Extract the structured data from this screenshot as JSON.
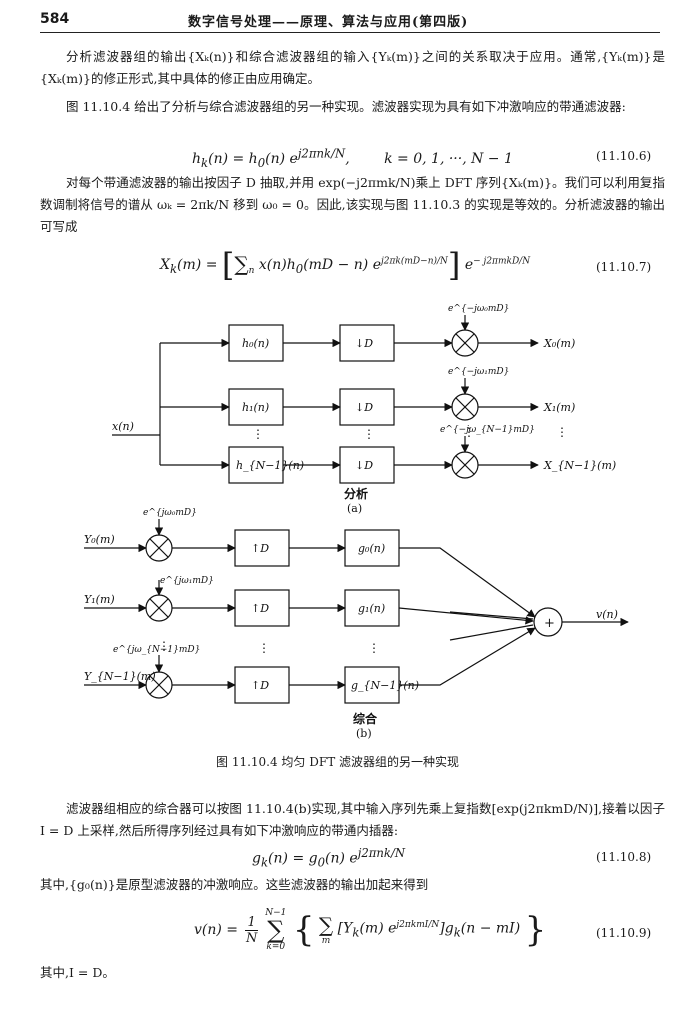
{
  "header": {
    "page_number": "584",
    "book_title": "数字信号处理——原理、算法与应用(第四版)"
  },
  "paragraphs": [
    "分析滤波器组的输出{Xₖ(n)}和综合滤波器组的输入{Yₖ(m)}之间的关系取决于应用。通常,{Yₖ(m)}是{Xₖ(m)}的修正形式,其中具体的修正由应用确定。",
    "图 11.10.4 给出了分析与综合滤波器组的另一种实现。滤波器实现为具有如下冲激响应的带通滤波器:",
    "对每个带通滤波器的输出按因子 D 抽取,并用 exp(−j2πmk/N)乘上 DFT 序列{Xₖ(m)}。我们可以利用复指数调制将信号的谱从 ωₖ = 2πk/N 移到 ω₀ = 0。因此,该实现与图 11.10.3 的实现是等效的。分析滤波器的输出可写成",
    "滤波器组相应的综合器可以按图 11.10.4(b)实现,其中输入序列先乘上复指数[exp(j2πkmD/N)],接着以因子 I = D 上采样,然后所得序列经过具有如下冲激响应的带通内插器:",
    "其中,{g₀(n)}是原型滤波器的冲激响应。这些滤波器的输出加起来得到",
    "其中,I = D。"
  ],
  "equations": {
    "eq6": {
      "text": "hₖ(n) = h₀(n) e^{j2πnk/N},     k = 0, 1, ···, N − 1",
      "number": "(11.10.6)"
    },
    "eq7": {
      "text": "Xₖ(m) = [ Σₙ x(n)h₀(mD − n) e^{j2πk(mD−n)/N} ] e^{−j2πmkD/N}",
      "number": "(11.10.7)"
    },
    "eq8": {
      "text": "gₖ(n) = g₀(n) e^{j2πnk/N}",
      "number": "(11.10.8)"
    },
    "eq9": {
      "text": "v(n) = (1/N) Σ_{k=0}^{N−1} { Σₘ [Yₖ(m) e^{j2πkmI/N}] gₖ(n − mI) }",
      "number": "(11.10.9)"
    }
  },
  "figure": {
    "caption": "图 11.10.4   均匀 DFT 滤波器组的另一种实现",
    "analysis": {
      "input_label": "x(n)",
      "filters": [
        "h₀(n)",
        "h₁(n)",
        "h_{N−1}(n)"
      ],
      "decimator": "↓D",
      "modulators": [
        "e^{−jω₀mD}",
        "e^{−jω₁mD}",
        "e^{−jω_{N−1}mD}"
      ],
      "outputs": [
        "X₀(m)",
        "X₁(m)",
        "X_{N−1}(m)"
      ],
      "label": "分析",
      "sublabel": "(a)"
    },
    "synthesis": {
      "inputs": [
        "Y₀(m)",
        "Y₁(m)",
        "Y_{N−1}(m)"
      ],
      "modulators": [
        "e^{jω₀mD}",
        "e^{jω₁mD}",
        "e^{jω_{N−1}mD}"
      ],
      "upsampler": "↑D",
      "filters": [
        "g₀(n)",
        "g₁(n)",
        "g_{N−1}(n)"
      ],
      "adder": "+",
      "output_label": "v(n)",
      "label": "综合",
      "sublabel": "(b)"
    }
  }
}
